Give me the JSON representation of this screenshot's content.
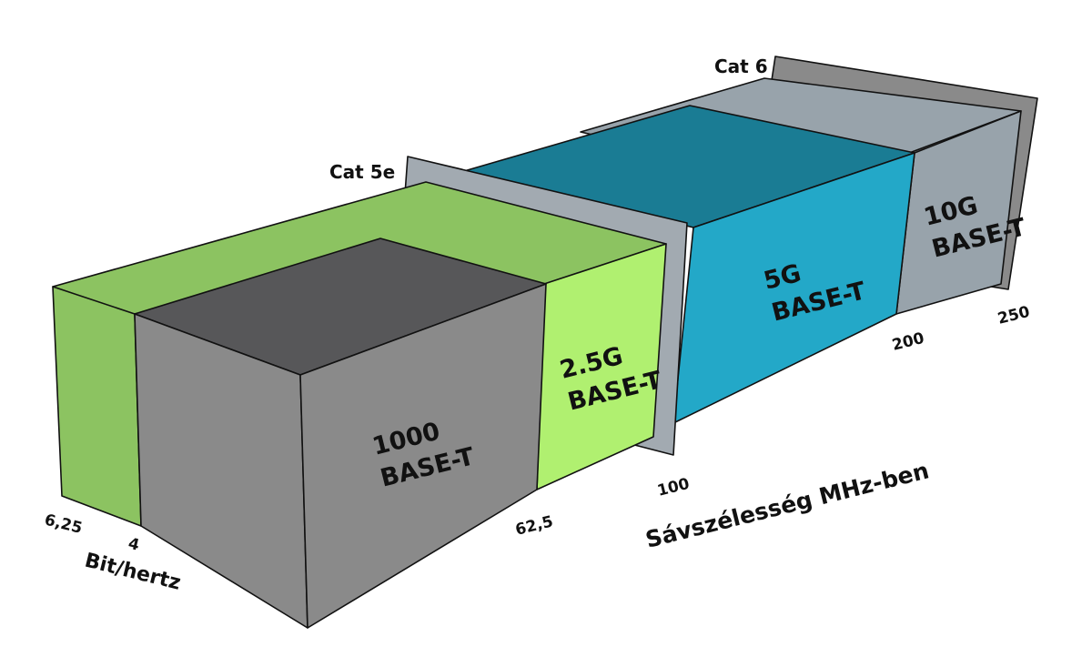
{
  "colors": {
    "cat6_plate": "#8a8a8a",
    "cat6_plate_edge": "#6e6e6e",
    "cat5e_plate": "#a2aab1",
    "cat5e_plate_edge": "#7f868c",
    "green_front": "#8cc361",
    "green_top": "#8cc361",
    "lime_front": "#b0f070",
    "gray_front": "#8a8a8a",
    "gray_top": "#575759",
    "teal_front": "#23a8c8",
    "teal_top": "#1a7c94",
    "silver_front": "#98a3ab",
    "silver_top": "#98a3ab"
  },
  "plates": {
    "cat5e": "Cat 5e",
    "cat6": "Cat 6"
  },
  "blocks": {
    "b1000": [
      "1000",
      "BASE-T"
    ],
    "b25g": [
      "2.5G",
      "BASE-T"
    ],
    "b5g": [
      "5G",
      "BASE-T"
    ],
    "b10g": [
      "10G",
      "BASE-T"
    ]
  },
  "axis": {
    "bandwidth_label": "Sávszélesség MHz-ben",
    "bits_label": "Bit/hertz",
    "ticks": {
      "t62_5": "62,5",
      "t100": "100",
      "t200": "200",
      "t250": "250",
      "t6_25": "6,25",
      "t4": "4"
    }
  }
}
